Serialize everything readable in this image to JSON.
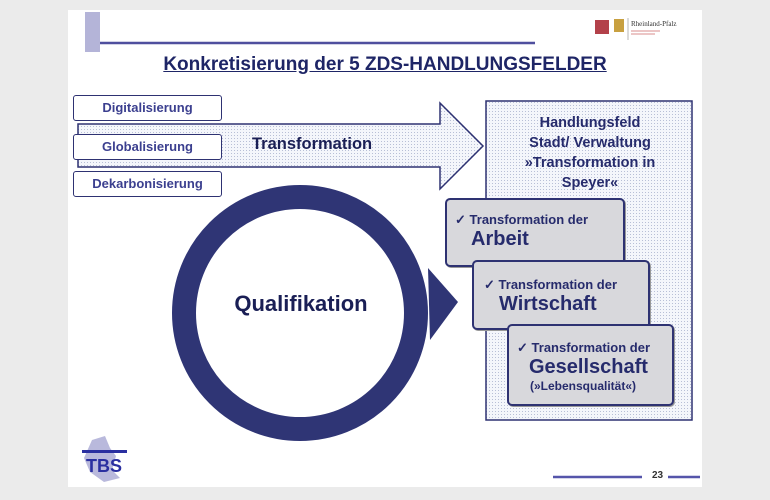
{
  "title": "Konkretisierung der 5 ZDS-HANDLUNGSFELDER",
  "drivers": [
    "Digitalisierung",
    "Globalisierung",
    "Dekarbonisierung"
  ],
  "arrow_label": "Transformation",
  "circle_label": "Qualifikation",
  "panel": {
    "title_lines": [
      "Handlungsfeld",
      "Stadt/ Verwaltung",
      "»Transformation in",
      "Speyer«"
    ]
  },
  "fields": [
    {
      "check": "✓",
      "sub": "Transformation der",
      "main": "Arbeit"
    },
    {
      "check": "✓",
      "sub": "Transformation der",
      "main": "Wirtschaft"
    },
    {
      "check": "✓",
      "sub": "Transformation der",
      "main": "Gesellschaft",
      "note": "(»Lebensqualität«)"
    }
  ],
  "logos": {
    "top_right": "Rheinland-Pfalz",
    "bottom_left": "TBS"
  },
  "page_number": "23",
  "colors": {
    "navy": "#2e3272",
    "accent_line": "#5555aa",
    "box_grey": "#d8d8dc"
  }
}
